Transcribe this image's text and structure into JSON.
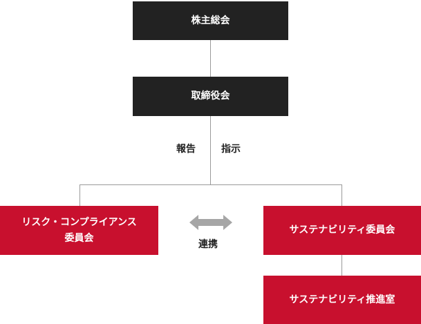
{
  "colors": {
    "dark": "#222222",
    "red": "#c8102e",
    "line": "#999999",
    "arrow": "#a6a6a6"
  },
  "nodes": {
    "shareholders": "株主総会",
    "board": "取締役会",
    "risk_line1": "リスク・コンプライアンス",
    "risk_line2": "委員会",
    "sustainability_committee": "サステナビリティ委員会",
    "sustainability_office": "サステナビリティ推進室"
  },
  "labels": {
    "report": "報告",
    "instruction": "指示",
    "cooperation": "連携"
  },
  "icons": {
    "cooperation_arrow": "double-arrow-icon"
  }
}
